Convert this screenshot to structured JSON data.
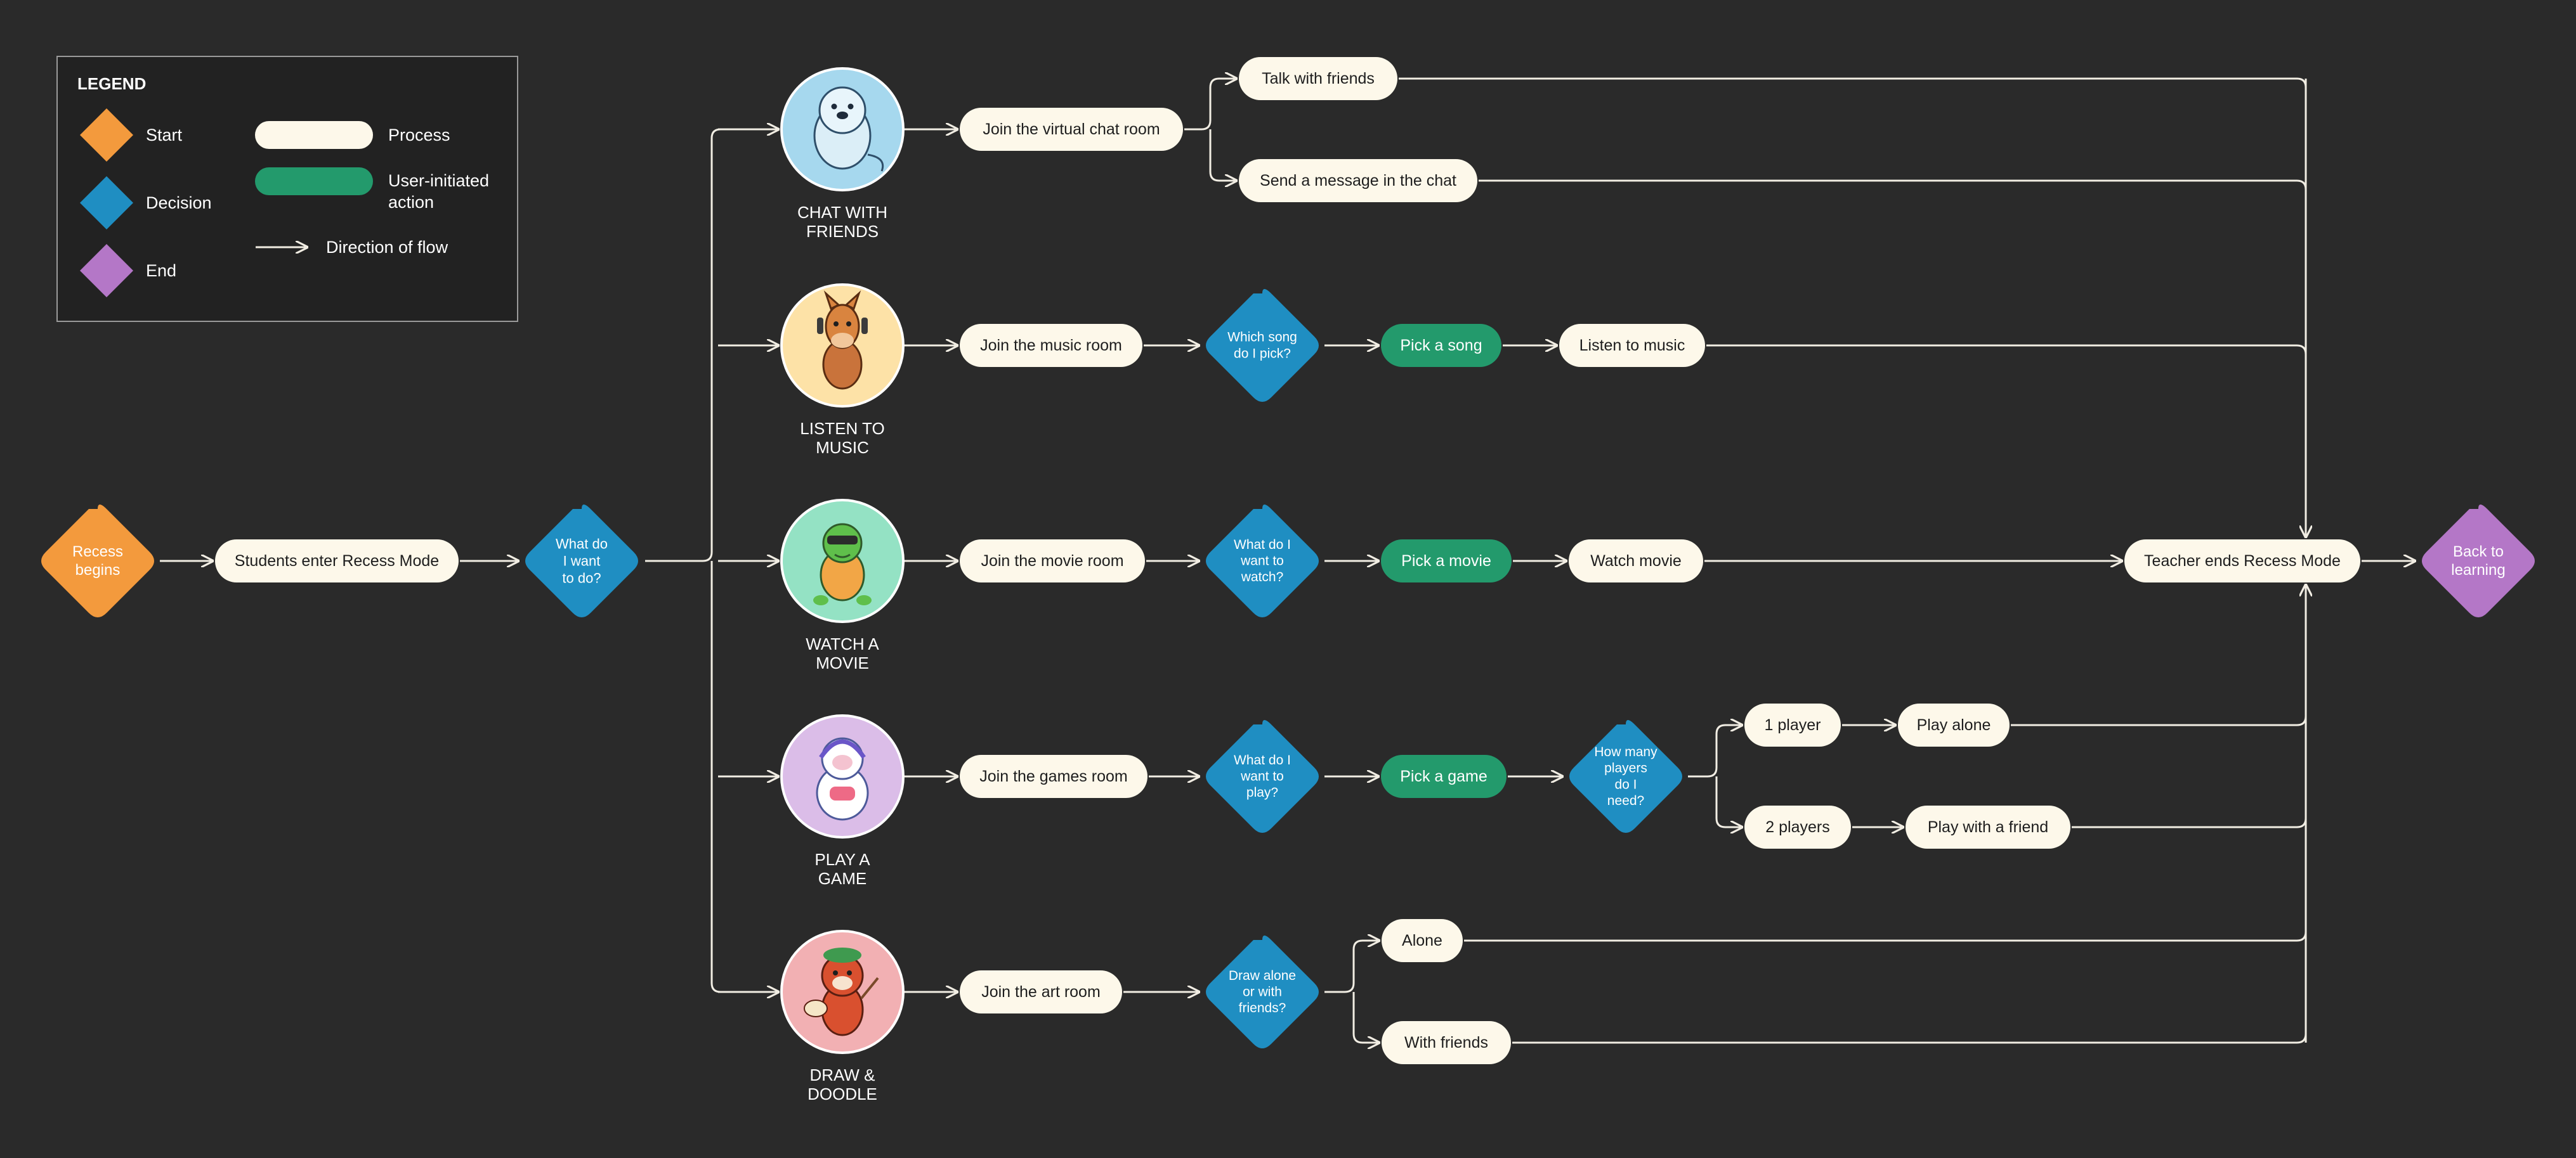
{
  "colors": {
    "background": "#2a2a2a",
    "start": "#f39a3d",
    "decision": "#1f8ec2",
    "end": "#b477c7",
    "process": "#fdf8ea",
    "action": "#239a6c",
    "line": "#f1ede3",
    "text_dark": "#1e1e1e",
    "text_light": "#ffffff"
  },
  "legend": {
    "title": "LEGEND",
    "start": "Start",
    "decision": "Decision",
    "end": "End",
    "process": "Process",
    "action": "User-initiated action",
    "flow": "Direction of flow"
  },
  "flow": {
    "recess_begins": "Recess begins",
    "students_enter": "Students enter Recess Mode",
    "what_do_i_want": "What do I want to do?",
    "teacher_ends": "Teacher ends Recess Mode",
    "back_to_learning": "Back to learning"
  },
  "activities": {
    "chat": {
      "caption": "CHAT WITH FRIENDS",
      "icon": "seal-icon",
      "color": "#a6d8ee",
      "room": "Join the virtual chat room",
      "opt1": "Talk with friends",
      "opt2": "Send a message in the chat"
    },
    "music": {
      "caption": "LISTEN TO MUSIC",
      "icon": "horse-icon",
      "color": "#fde2a7",
      "room": "Join the music room",
      "decision": "Which song do I pick?",
      "action": "Pick a song",
      "result": "Listen to music"
    },
    "movie": {
      "caption": "WATCH A MOVIE",
      "icon": "turtle-icon",
      "color": "#94e2c4",
      "room": "Join the movie room",
      "decision": "What do I want to watch?",
      "action": "Pick a movie",
      "result": "Watch movie"
    },
    "game": {
      "caption": "PLAY A GAME",
      "icon": "yeti-icon",
      "color": "#dbbde8",
      "room": "Join the games room",
      "decision": "What do I want to play?",
      "action": "Pick a game",
      "decision2": "How many players do I need?",
      "p1": "1 player",
      "p1_result": "Play alone",
      "p2": "2 players",
      "p2_result": "Play with a friend"
    },
    "art": {
      "caption": "DRAW & DOODLE",
      "icon": "red-panda-icon",
      "color": "#f2b0b3",
      "room": "Join the art room",
      "decision": "Draw alone or with friends?",
      "opt1": "Alone",
      "opt2": "With friends"
    }
  }
}
